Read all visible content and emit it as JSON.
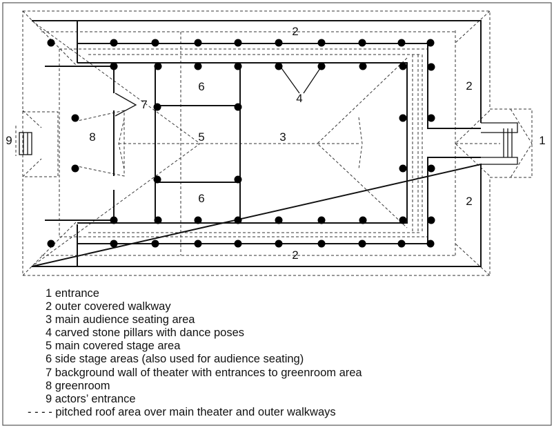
{
  "plan_labels": {
    "entrance": "1",
    "walkway_top": "2",
    "walkway_bottom": "2",
    "walkway_right_upper": "2",
    "walkway_right_lower": "2",
    "audience": "3",
    "pillars": "4",
    "main_stage": "5",
    "side_stage_top": "6",
    "side_stage_bottom": "6",
    "background_wall": "7",
    "greenroom": "8",
    "actors_entrance": "9"
  },
  "legend": [
    "1 entrance",
    "2 outer covered walkway",
    "3 main audience seating area",
    "4 carved stone pillars with dance poses",
    "5 main covered stage area",
    "6 side stage areas (also used for audience seating)",
    "7 background wall of theater with entrances to greenroom area",
    "8 greenroom",
    "9 actors’ entrance",
    "- - - -  pitched roof area over main theater and outer walkways"
  ]
}
